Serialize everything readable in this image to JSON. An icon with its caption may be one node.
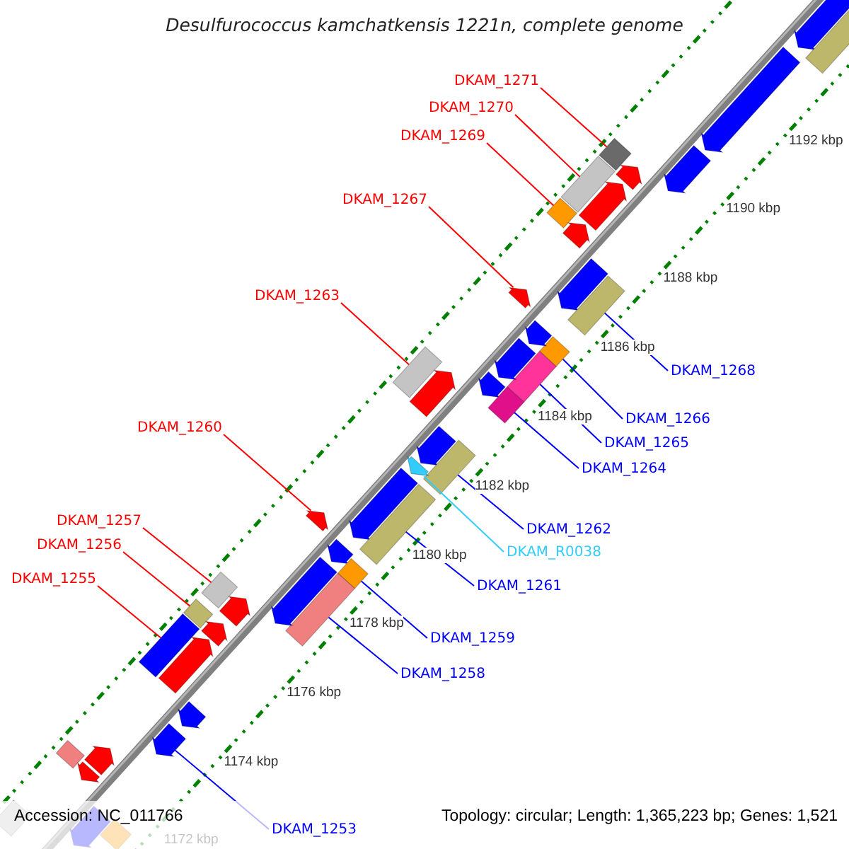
{
  "diagram": {
    "title": "Desulfurococcus kamchatkensis 1221n, complete genome",
    "nodes": [
      {
        "text": [
          "DKAM_1271"
        ]
      },
      {
        "text": [
          "DKAM_1270"
        ]
      },
      {
        "text": [
          "DKAM_1269"
        ]
      },
      {
        "text": [
          "DKAM_1267"
        ]
      },
      {
        "text": [
          "DKAM_1263"
        ]
      },
      {
        "text": [
          "DKAM_1268"
        ]
      },
      {
        "text": [
          "DKAM_1266"
        ]
      },
      {
        "text": [
          "DKAM_1265"
        ]
      },
      {
        "text": [
          "DKAM_1264"
        ]
      },
      {
        "text": [
          "DKAM_1260"
        ]
      },
      {
        "text": [
          "DKAM_1262"
        ]
      },
      {
        "text": [
          "DKAM_R0038"
        ]
      },
      {
        "text": [
          "DKAM_1257"
        ]
      },
      {
        "text": [
          "DKAM_1256"
        ]
      },
      {
        "text": [
          "DKAM_1261"
        ]
      },
      {
        "text": [
          "DKAM_1255"
        ]
      },
      {
        "text": [
          "DKAM_1259"
        ]
      },
      {
        "text": [
          "DKAM_1258"
        ]
      },
      {
        "text": [
          "DKAM_1253"
        ]
      },
      {
        "text": [],
        "shape": "arrow"
      },
      {
        "text": [],
        "shape": "bar"
      },
      {
        "text": [],
        "shape": "arrow"
      },
      {
        "text": [],
        "shape": "arrow"
      },
      {
        "text": [],
        "shape": "bar"
      },
      {
        "text": [],
        "shape": "arrow"
      },
      {
        "text": [],
        "shape": "bar"
      },
      {
        "text": [],
        "shape": "arrow"
      },
      {
        "text": [],
        "shape": "bar"
      },
      {
        "text": [],
        "shape": "arrow"
      },
      {
        "text": [],
        "shape": "arrow"
      },
      {
        "text": [],
        "shape": "bar"
      },
      {
        "text": [],
        "shape": "arrow"
      },
      {
        "text": [],
        "shape": "bar"
      },
      {
        "text": [],
        "shape": "arrow"
      },
      {
        "text": [],
        "shape": "bar"
      },
      {
        "text": [],
        "shape": "arrow"
      },
      {
        "text": [],
        "shape": "arrow"
      },
      {
        "text": [],
        "shape": "bar"
      },
      {
        "text": [],
        "shape": "bar"
      },
      {
        "text": [],
        "shape": "arrow"
      },
      {
        "text": [],
        "shape": "arrow"
      },
      {
        "text": [],
        "shape": "bar"
      },
      {
        "text": [],
        "shape": "arrow"
      },
      {
        "text": [],
        "shape": "arrow"
      },
      {
        "text": [],
        "shape": "bar"
      },
      {
        "text": [],
        "shape": "arrow"
      },
      {
        "text": [],
        "shape": "arrow"
      },
      {
        "text": [],
        "shape": "bar"
      },
      {
        "text": [],
        "shape": "bar"
      },
      {
        "text": [],
        "shape": "arrow"
      },
      {
        "text": [],
        "shape": "bar"
      },
      {
        "text": [],
        "shape": "arrow"
      },
      {
        "text": [],
        "shape": "bar"
      },
      {
        "text": [],
        "shape": "arrow"
      },
      {
        "text": [],
        "shape": "bar"
      },
      {
        "text": [],
        "shape": "arrow"
      },
      {
        "text": [],
        "shape": "arrow"
      },
      {
        "text": [],
        "shape": "arrow"
      },
      {
        "text": [],
        "shape": "arrow"
      },
      {
        "text": [],
        "shape": "bar"
      },
      {
        "text": [],
        "shape": "arrow"
      },
      {
        "text": [],
        "shape": "bar"
      },
      {
        "text": [],
        "shape": "arrow"
      },
      {
        "text": [],
        "shape": "bar"
      }
    ],
    "edges": [
      {
        "from": 0,
        "to": 23,
        "arrow": "none",
        "color": "#ff0000"
      },
      {
        "from": 1,
        "to": 25,
        "arrow": "none",
        "color": "#ff0000"
      },
      {
        "from": 2,
        "to": 27,
        "arrow": "none",
        "color": "#ff0000"
      },
      {
        "from": 3,
        "to": 31,
        "arrow": "none",
        "color": "#ff0000"
      },
      {
        "from": 4,
        "to": 38,
        "arrow": "none",
        "color": "#ff0000"
      },
      {
        "from": 5,
        "to": 30,
        "arrow": "none",
        "color": "#0000ff"
      },
      {
        "from": 6,
        "to": 32,
        "arrow": "none",
        "color": "#0000ff"
      },
      {
        "from": 7,
        "to": 34,
        "arrow": "none",
        "color": "#0000ff"
      },
      {
        "from": 8,
        "to": 37,
        "arrow": "none",
        "color": "#0000ff"
      },
      {
        "from": 9,
        "to": 45,
        "arrow": "none",
        "color": "#ff0000"
      },
      {
        "from": 10,
        "to": 41,
        "arrow": "none",
        "color": "#0000ff"
      },
      {
        "from": 11,
        "to": 42,
        "arrow": "none",
        "color": "#33ccff"
      },
      {
        "from": 12,
        "to": 50,
        "arrow": "none",
        "color": "#ff0000"
      },
      {
        "from": 13,
        "to": 52,
        "arrow": "none",
        "color": "#ff0000"
      },
      {
        "from": 14,
        "to": 44,
        "arrow": "none",
        "color": "#0000ff"
      },
      {
        "from": 15,
        "to": 54,
        "arrow": "none",
        "color": "#ff0000"
      },
      {
        "from": 16,
        "to": 47,
        "arrow": "none",
        "color": "#0000ff"
      },
      {
        "from": 17,
        "to": 48,
        "arrow": "none",
        "color": "#0000ff"
      },
      {
        "from": 18,
        "to": 57,
        "arrow": "none",
        "color": "#0000ff"
      }
    ],
    "labels": [
      "1192 kbp",
      "1190 kbp",
      "1188 kbp",
      "1186 kbp",
      "1184 kbp",
      "1182 kbp",
      "1180 kbp",
      "1178 kbp",
      "1176 kbp",
      "1174 kbp",
      "1172 kbp",
      "Accession: NC_011766",
      "Topology: circular; Length: 1,365,223 bp; Genes: 1,521"
    ]
  }
}
